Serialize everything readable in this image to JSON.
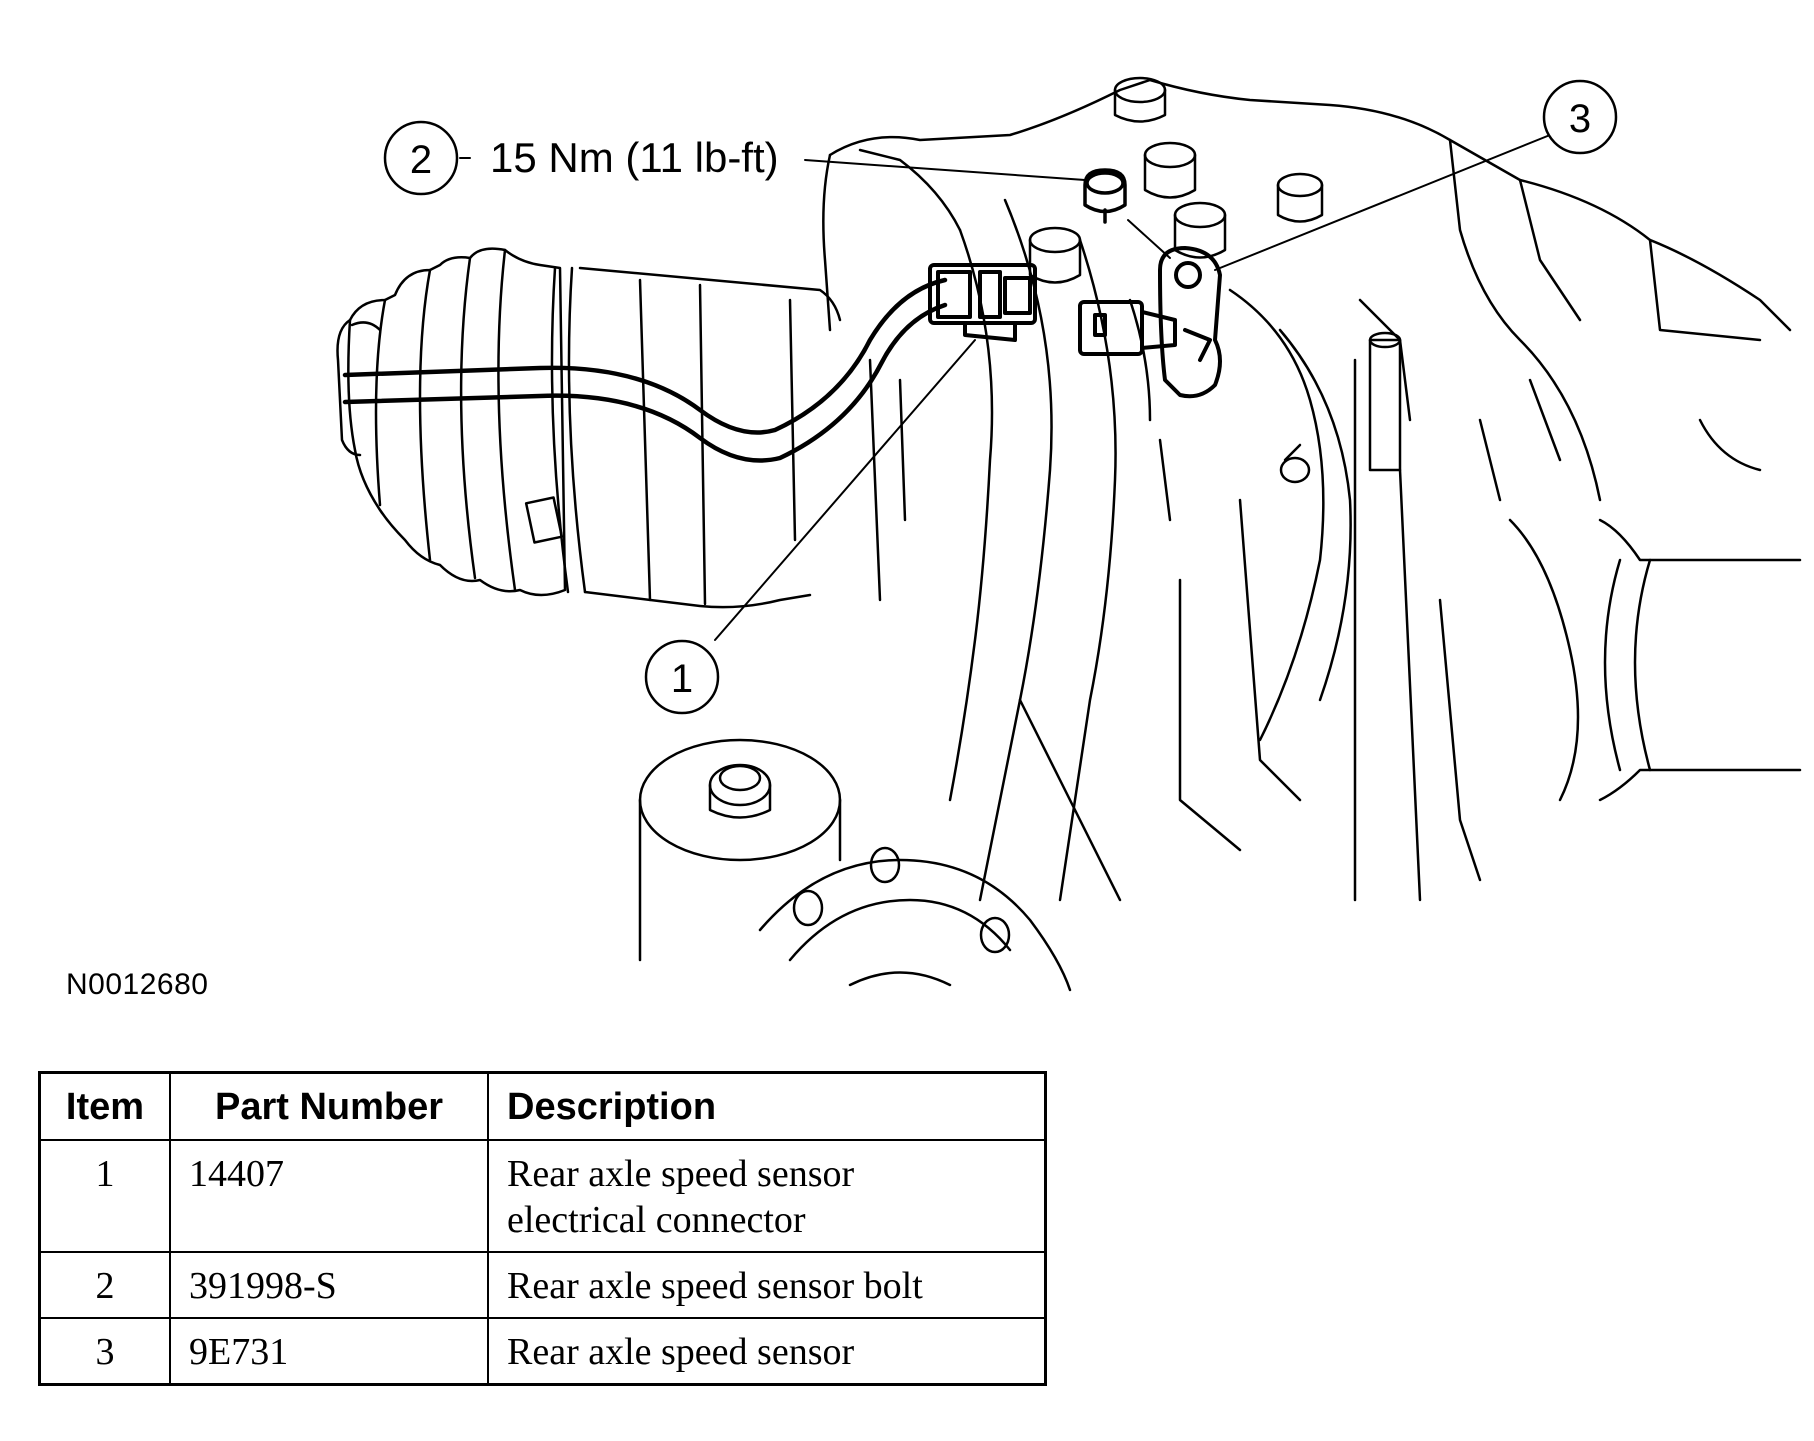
{
  "figure": {
    "id": "N0012680",
    "callouts": [
      {
        "number": "1"
      },
      {
        "number": "2",
        "text": "15 Nm (11 lb-ft)"
      },
      {
        "number": "3"
      }
    ]
  },
  "table": {
    "headers": [
      "Item",
      "Part Number",
      "Description"
    ],
    "rows": [
      {
        "item": "1",
        "part_number": "14407",
        "description_line1": "Rear axle speed sensor",
        "description_line2": "electrical connector"
      },
      {
        "item": "2",
        "part_number": "391998-S",
        "description_line1": "Rear axle speed sensor bolt"
      },
      {
        "item": "3",
        "part_number": "9E731",
        "description_line1": "Rear axle speed sensor"
      }
    ]
  },
  "colors": {
    "line": "#000000",
    "background": "#ffffff"
  }
}
